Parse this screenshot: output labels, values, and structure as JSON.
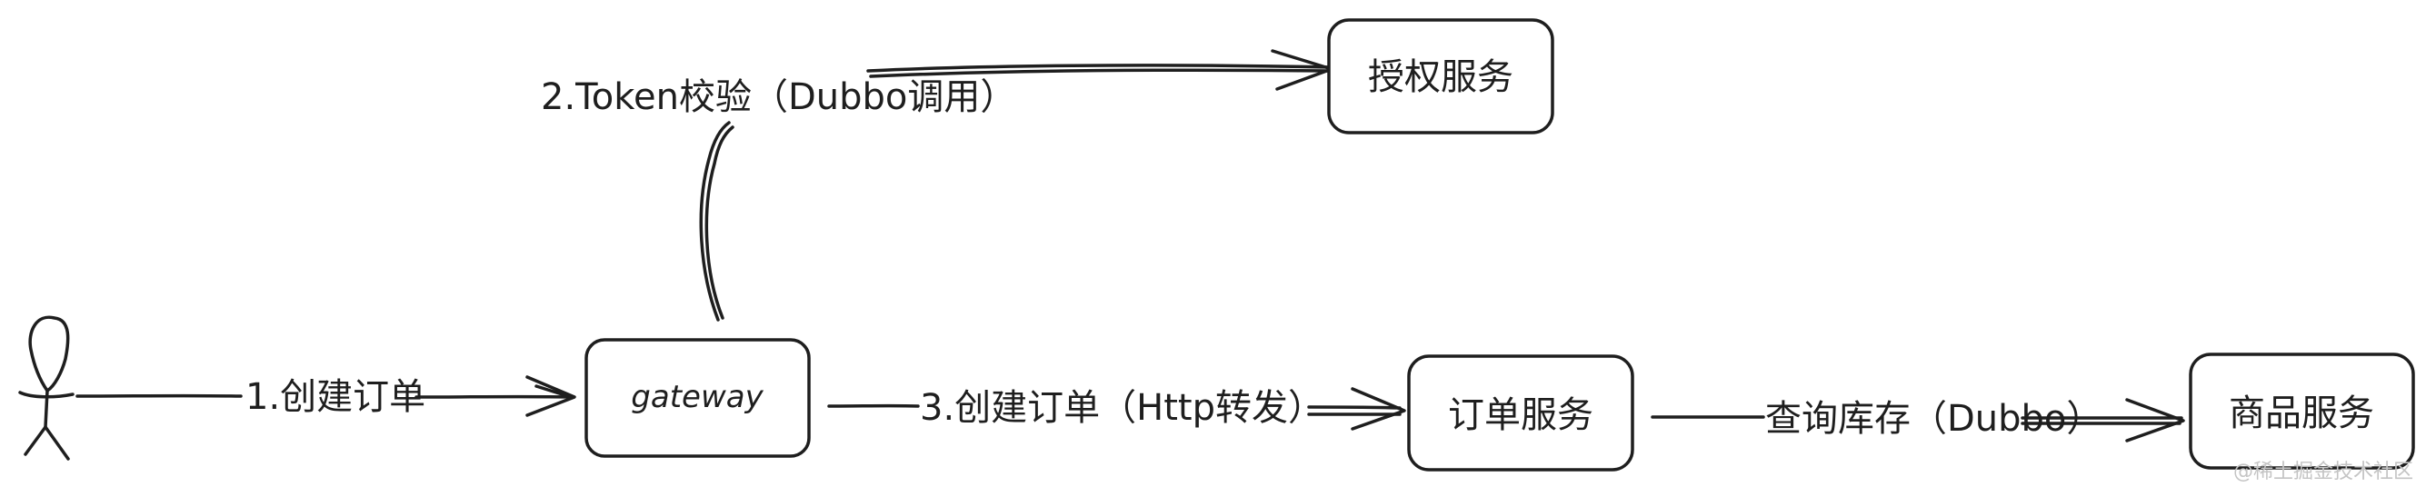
{
  "nodes": {
    "auth_service": "授权服务",
    "gateway": "gateway",
    "order_service": "订单服务",
    "product_service": "商品服务"
  },
  "edges": {
    "create_order": "1.创建订单",
    "token_check": "2.Token校验（Dubbo调用）",
    "forward_order": "3.创建订单（Http转发）",
    "query_stock": "查询库存（Dubbo）"
  },
  "watermark": "@稀土掘金技术社区"
}
